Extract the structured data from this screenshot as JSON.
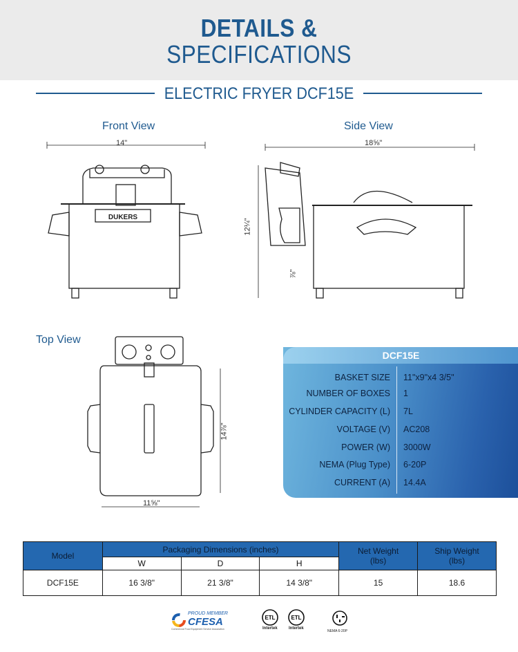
{
  "header": {
    "title_line1": "DETAILS &",
    "title_line2": "SPECIFICATIONS"
  },
  "subtitle": "ELECTRIC FRYER DCF15E",
  "views": {
    "front": {
      "label": "Front View",
      "width_dim": "14\"",
      "brand": "DUKERS"
    },
    "side": {
      "label": "Side View",
      "depth_dim": "18⅝\"",
      "height_dim": "12¼\"",
      "leg_dim": "⅞\""
    },
    "top": {
      "label": "Top View",
      "depth_dim": "14⅞\"",
      "width_dim": "11⅝\""
    }
  },
  "spec_card": {
    "title": "DCF15E",
    "rows": [
      {
        "label": "BASKET SIZE",
        "value": "11\"x9\"x4 3/5\""
      },
      {
        "label": "NUMBER OF BOXES",
        "value": "1"
      },
      {
        "label": "CYLINDER CAPACITY (L)",
        "value": "7L"
      },
      {
        "label": "VOLTAGE (V)",
        "value": "AC208"
      },
      {
        "label": "POWER (W)",
        "value": "3000W"
      },
      {
        "label": "NEMA (Plug Type)",
        "value": "6-20P"
      },
      {
        "label": "CURRENT (A)",
        "value": "14.4A"
      }
    ]
  },
  "packaging_table": {
    "headers": {
      "model": "Model",
      "dimensions": "Packaging Dimensions (inches)",
      "w": "W",
      "d": "D",
      "h": "H",
      "net_weight": "Net Weight (lbs)",
      "ship_weight": "Ship Weight (lbs)"
    },
    "row": {
      "model": "DCF15E",
      "w": "16 3/8\"",
      "d": "21 3/8\"",
      "h": "14 3/8\"",
      "net_weight": "15",
      "ship_weight": "18.6"
    }
  },
  "footer": {
    "cfesa_top": "PROUD MEMBER",
    "cfesa_name": "CFESA",
    "cfesa_sub": "Commercial Food Equipment Service Association",
    "intertek1": "Intertek",
    "intertek2": "Intertek",
    "nema_label": "NEMA 6-20P"
  },
  "colors": {
    "brand_blue": "#1f5a8f",
    "table_header": "#2468b0"
  }
}
